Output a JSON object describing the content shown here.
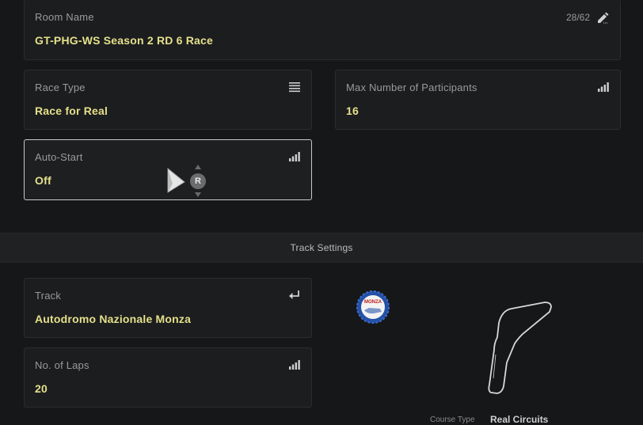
{
  "room_name": {
    "label": "Room Name",
    "value": "GT-PHG-WS Season 2 RD 6 Race",
    "counter": "28/62",
    "icon": "pencil-icon"
  },
  "race_type": {
    "label": "Race Type",
    "value": "Race for Real",
    "icon": "list-icon"
  },
  "max_participants": {
    "label": "Max Number of Participants",
    "value": "16",
    "icon": "signal-bars-icon"
  },
  "auto_start": {
    "label": "Auto-Start",
    "value": "Off",
    "icon": "signal-bars-icon",
    "stick_hint": "R"
  },
  "track_settings": {
    "title": "Track Settings"
  },
  "track": {
    "label": "Track",
    "value": "Autodromo Nazionale Monza",
    "icon": "enter-icon",
    "logo_text": "MONZA"
  },
  "laps": {
    "label": "No. of Laps",
    "value": "20",
    "icon": "signal-bars-icon"
  },
  "course": {
    "type_label": "Course Type",
    "type_value": "Real Circuits"
  },
  "colors": {
    "value_text": "#e4e08a",
    "focus_border": "#c9c9c9",
    "background": "#161718"
  }
}
